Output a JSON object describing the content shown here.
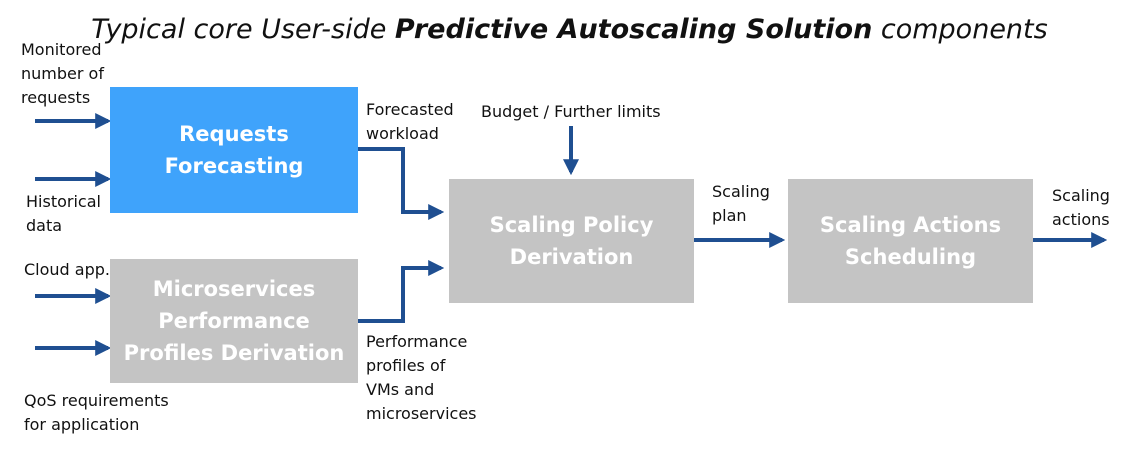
{
  "title": {
    "prefix": "Typical core User-side ",
    "emphasis": "Predictive Autoscaling Solution",
    "suffix": " components"
  },
  "boxes": {
    "requests_forecasting": "Requests\nForecasting",
    "microservices_profiles": "Microservices\nPerformance\nProfiles Derivation",
    "scaling_policy": "Scaling Policy\nDerivation",
    "scaling_actions": "Scaling Actions\nScheduling"
  },
  "labels": {
    "monitored_requests": "Monitored\nnumber of\nrequests",
    "historical_data": "Historical\ndata",
    "cloud_app": "Cloud app.",
    "qos_requirements": "QoS requirements\nfor application",
    "forecasted_workload": "Forecasted\nworkload",
    "budget_limits": "Budget / Further limits",
    "scaling_plan": "Scaling\nplan",
    "performance_profiles": "Performance\nprofiles of\nVMs and\nmicroservices",
    "scaling_actions_out": "Scaling\nactions"
  },
  "colors": {
    "forecast_box": "#3fa3fb",
    "grey_box": "#c4c4c4",
    "arrow": "#1f4f91"
  }
}
